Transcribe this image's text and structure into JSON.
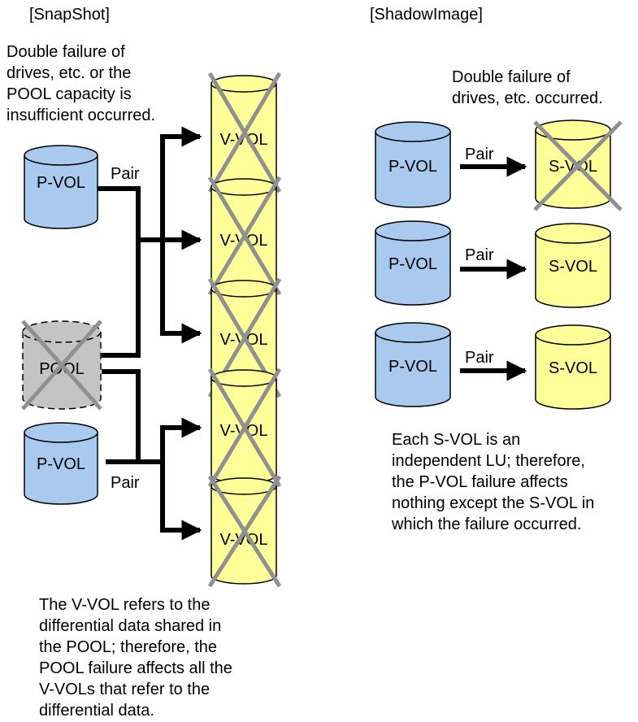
{
  "snapshot": {
    "heading": "[SnapShot]",
    "failure_note": [
      "Double failure of",
      "drives, etc. or the",
      "POOL capacity is",
      "insufficient occurred."
    ],
    "pvol_label": "P-VOL",
    "pool_label": "POOL",
    "pair_label": "Pair",
    "vvol_label": "V-VOL",
    "caption": [
      "The V-VOL refers to the",
      "differential data shared in",
      "the POOL; therefore, the",
      "POOL failure affects all the",
      "V-VOLs that refer to the",
      "differential data."
    ]
  },
  "shadowimage": {
    "heading": "[ShadowImage]",
    "failure_note": [
      "Double failure of",
      "drives, etc. occurred."
    ],
    "pvol_label": "P-VOL",
    "pair_label": "Pair",
    "svol_label": "S-VOL",
    "caption": [
      "Each S-VOL is an",
      "independent LU; therefore,",
      "the P-VOL failure affects",
      "nothing except the S-VOL in",
      "which the failure occurred."
    ]
  },
  "colors": {
    "pvol_fill": "#a9c9ef",
    "vol_fill": "#ffff99",
    "pool_fill": "#c4c4c4",
    "cross": "#909090",
    "line": "#000000"
  }
}
